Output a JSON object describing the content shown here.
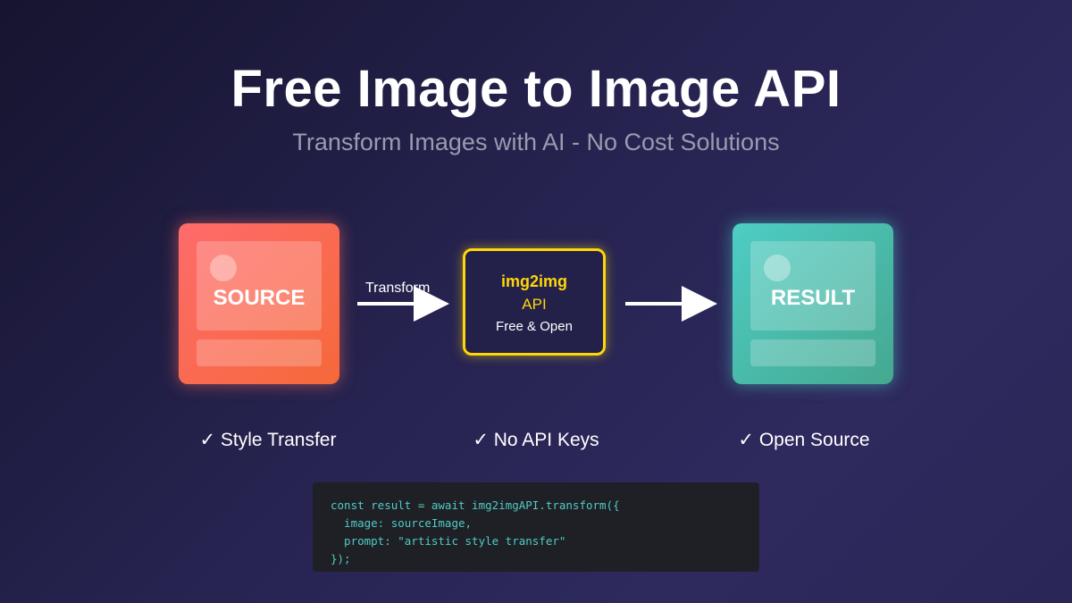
{
  "header": {
    "title": "Free Image to Image API",
    "subtitle": "Transform Images with AI - No Cost Solutions"
  },
  "diagram": {
    "source_label": "SOURCE",
    "arrow_label": "Transform",
    "api": {
      "line1": "img2img",
      "line2": "API",
      "line3": "Free & Open"
    },
    "result_label": "RESULT"
  },
  "features": [
    "✓ Style Transfer",
    "✓ No API Keys",
    "✓ Open Source"
  ],
  "code": {
    "lines": [
      "const result = await img2imgAPI.transform({",
      "  image: sourceImage,",
      "  prompt: \"artistic style transfer\"",
      "});"
    ]
  },
  "colors": {
    "source": "#ff6b6b",
    "result": "#4ecdc4",
    "api_accent": "#ffd60a",
    "code_text": "#4ecdc4"
  }
}
